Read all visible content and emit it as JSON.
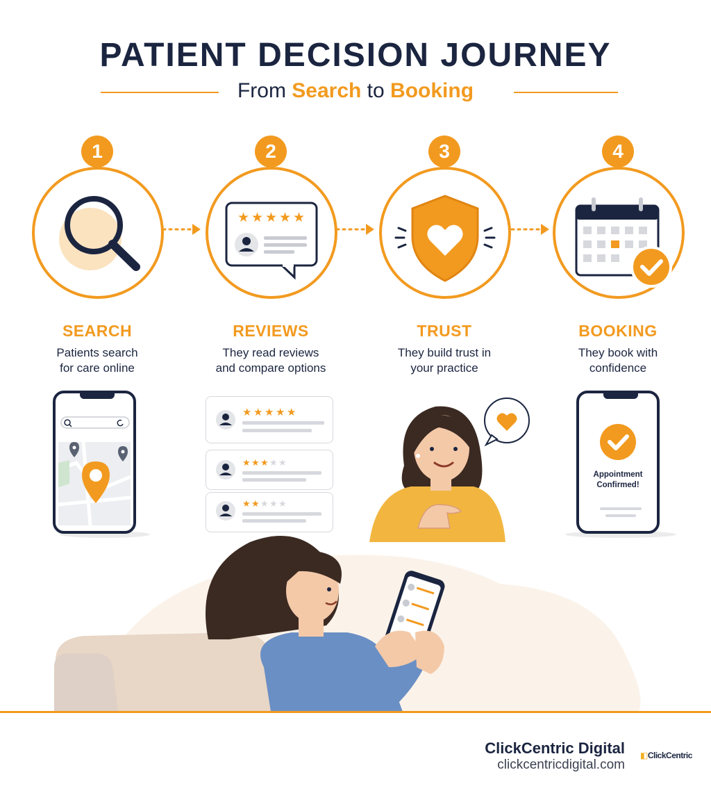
{
  "header": {
    "title": "PATIENT DECISION JOURNEY",
    "subtitle_prefix": "From ",
    "subtitle_search": "Search",
    "subtitle_mid": " to ",
    "subtitle_booking": "Booking"
  },
  "steps": [
    {
      "number": "1",
      "label": "SEARCH",
      "desc": "Patients search\nfor care online",
      "icon": "magnifier-icon"
    },
    {
      "number": "2",
      "label": "REVIEWS",
      "desc": "They read reviews\nand compare options",
      "icon": "review-bubble-icon"
    },
    {
      "number": "3",
      "label": "TRUST",
      "desc": "They build trust in\nyour practice",
      "icon": "heart-shield-icon"
    },
    {
      "number": "4",
      "label": "BOOKING",
      "desc": "They book with\nconfidence",
      "icon": "calendar-check-icon"
    }
  ],
  "reviews": [
    {
      "stars": 5
    },
    {
      "stars": 3
    },
    {
      "stars": 2
    }
  ],
  "confirmation": {
    "line1": "Appointment",
    "line2": "Confirmed!"
  },
  "footer": {
    "brand_name": "ClickCentric Digital",
    "brand_url": "clickcentricdigital.com",
    "logo_text": "ClickCentric"
  },
  "colors": {
    "accent": "#f29a1f",
    "navy": "#1b2540",
    "skin": "#f4c9a8",
    "hair": "#3b2a22"
  }
}
